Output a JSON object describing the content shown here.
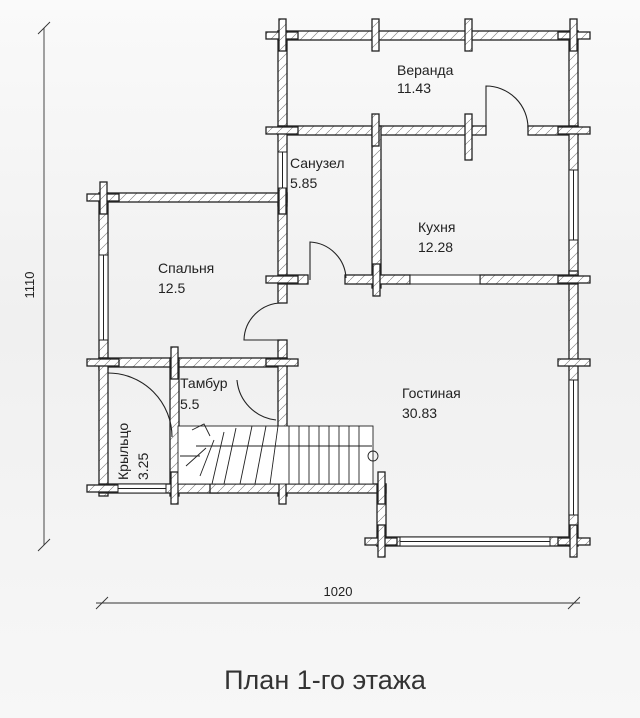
{
  "caption": "План 1-го этажа",
  "dimensions": {
    "height": "1110",
    "width": "1020"
  },
  "rooms": [
    {
      "id": "veranda",
      "name": "Веранда",
      "area": "11.43"
    },
    {
      "id": "sanuzel",
      "name": "Санузел",
      "area": "5.85"
    },
    {
      "id": "kitchen",
      "name": "Кухня",
      "area": "12.28"
    },
    {
      "id": "bedroom",
      "name": "Спальня",
      "area": "12.5"
    },
    {
      "id": "tambur",
      "name": "Тамбур",
      "area": "5.5"
    },
    {
      "id": "living",
      "name": "Гостиная",
      "area": "30.83"
    },
    {
      "id": "porch",
      "name": "Крыльцо",
      "area": "3.25"
    }
  ]
}
